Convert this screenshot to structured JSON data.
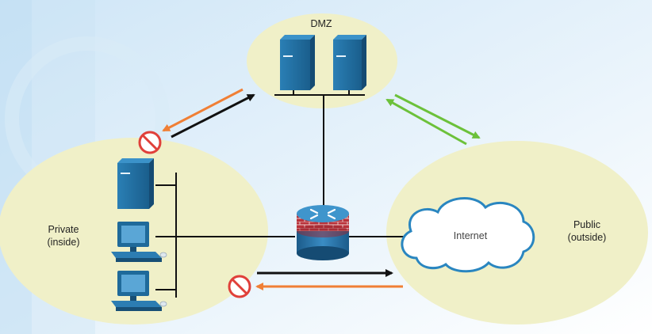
{
  "zones": {
    "dmz": {
      "label": "DMZ"
    },
    "private": {
      "line1": "Private",
      "line2": "(inside)"
    },
    "public": {
      "line1": "Public",
      "line2": "(outside)"
    },
    "internet": {
      "label": "Internet"
    }
  },
  "colors": {
    "zone_fill": "#f0f0c8",
    "device_blue": "#1f6a9a",
    "allowed_arrow": "#111111",
    "blocked_arrow": "#f07f35",
    "dmz_public_arrow": "#6cc13a",
    "block_icon": "#e0403a",
    "firewall_brick": "#b9323a"
  },
  "icons": [
    "server-icon",
    "workstation-icon",
    "firewall-router-icon",
    "cloud-icon",
    "no-entry-icon"
  ],
  "flows": [
    {
      "from": "private",
      "to": "dmz",
      "status": "allowed"
    },
    {
      "from": "dmz",
      "to": "private",
      "status": "blocked"
    },
    {
      "from": "dmz",
      "to": "public",
      "status": "allowed"
    },
    {
      "from": "public",
      "to": "dmz",
      "status": "allowed"
    },
    {
      "from": "private",
      "to": "public",
      "status": "allowed"
    },
    {
      "from": "public",
      "to": "private",
      "status": "blocked"
    }
  ]
}
